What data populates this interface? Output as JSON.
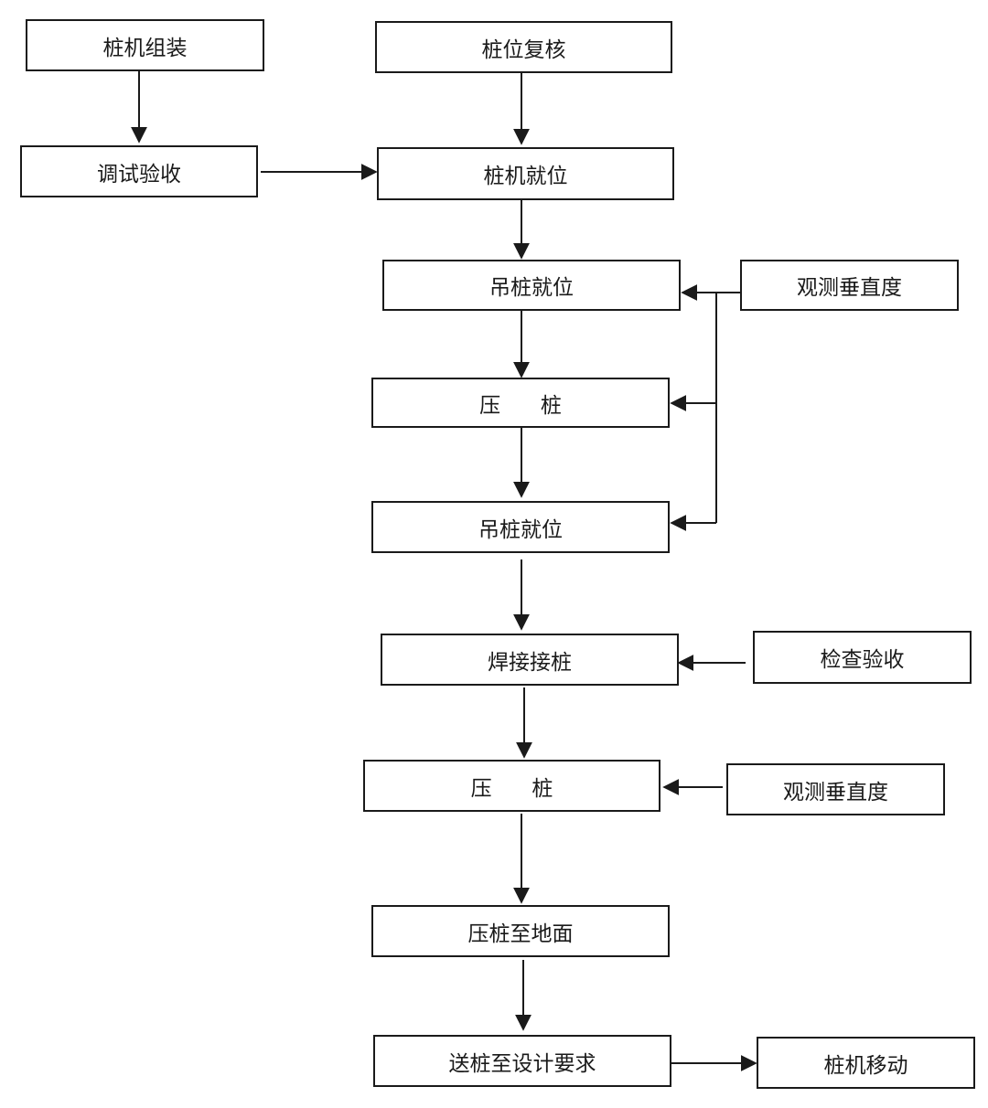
{
  "nodes": {
    "assemble": "桩机组装",
    "debug_accept": "调试验收",
    "pile_recheck": "桩位复核",
    "machine_position": "桩机就位",
    "lift_position_1": "吊桩就位",
    "press_1": "压      桩",
    "lift_position_2": "吊桩就位",
    "weld_joint": "焊接接桩",
    "press_2": "压      桩",
    "press_ground": "压桩至地面",
    "send_design": "送桩至设计要求",
    "observe_vertical_1": "观测垂直度",
    "inspect_accept": "检查验收",
    "observe_vertical_2": "观测垂直度",
    "machine_move": "桩机移动"
  },
  "colors": {
    "stroke": "#1a1a1a",
    "background": "#ffffff"
  }
}
